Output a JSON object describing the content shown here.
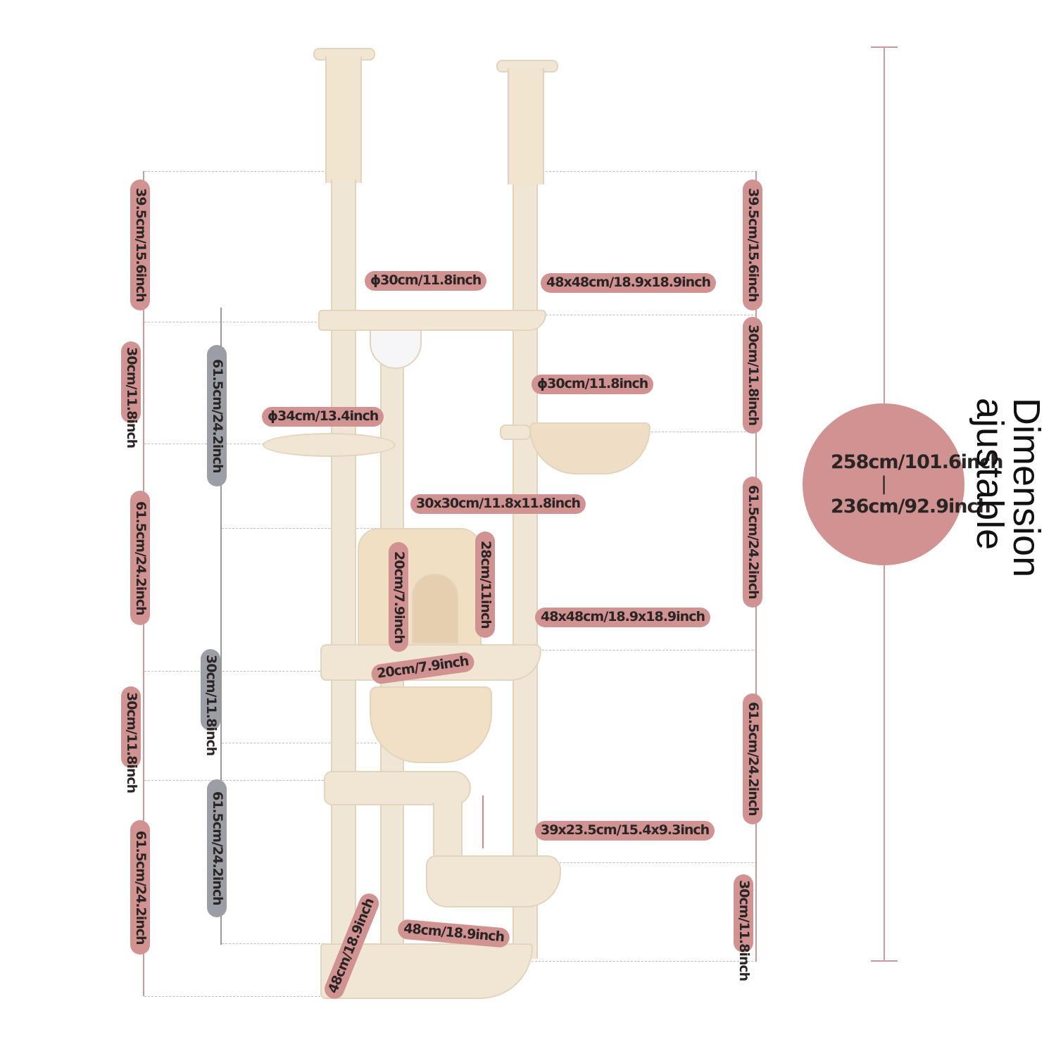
{
  "colors": {
    "label_pink": "#d09392",
    "label_gray": "#9c9ea6",
    "text": "#2a2424"
  },
  "left_heights": [
    "39.5cm/15.6inch",
    "30cm/11.8inch",
    "61.5cm/24.2inch",
    "30cm/11.8inch",
    "61.5cm/24.2inch"
  ],
  "gray_heights": [
    "61.5cm/24.2inch",
    "30cm/11.8inch",
    "61.5cm/24.2inch"
  ],
  "right_heights": [
    "39.5cm/15.6inch",
    "30cm/11.8inch",
    "61.5cm/24.2inch",
    "61.5cm/24.2inch",
    "30cm/11.8inch"
  ],
  "parts": {
    "bowl_top": "ϕ30cm/11.8inch",
    "platform_top": "48x48cm/18.9x18.9inch",
    "basket": "ϕ30cm/11.8inch",
    "round_platform": "ϕ34cm/13.4inch",
    "condo_size": "30x30cm/11.8x11.8inch",
    "condo_door_height": "20cm/7.9inch",
    "condo_height": "28cm/11inch",
    "platform_mid": "48x48cm/18.9x18.9inch",
    "condo_door_width": "20cm/7.9inch",
    "step_platform": "39x23.5cm/15.4x9.3inch",
    "base_side_a": "48cm/18.9inch",
    "base_side_b": "48cm/18.9inch"
  },
  "total": {
    "max": "258cm/101.6inch",
    "sep": "|",
    "min": "236cm/92.9inch",
    "caption_line1": "Dimension",
    "caption_line2": "ajustable"
  }
}
